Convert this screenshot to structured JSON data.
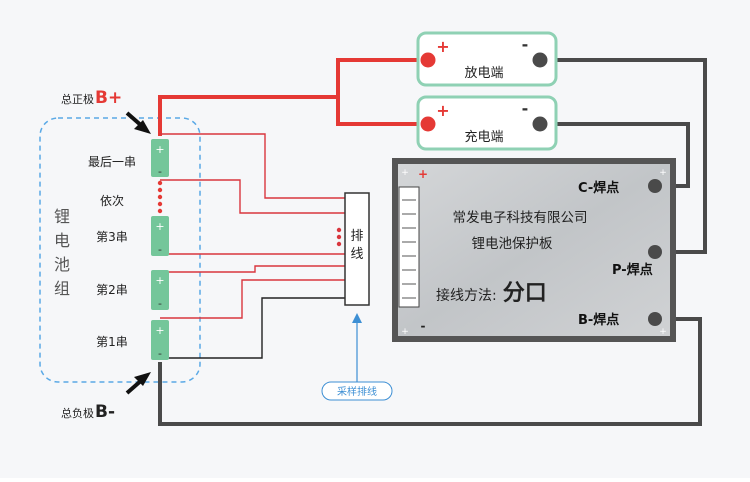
{
  "labels": {
    "total_positive_prefix": "总正极",
    "total_positive_symbol": "B+",
    "total_negative_prefix": "总负极",
    "total_negative_symbol": "B-",
    "pack_name_chars": [
      "锂",
      "电",
      "池",
      "组"
    ],
    "cell_last": "最后一串",
    "cell_sequence": "依次",
    "cell_3": "第3串",
    "cell_2": "第2串",
    "cell_1": "第1串",
    "harness_chars": [
      "排",
      "线"
    ],
    "sampling_harness": "采样排线",
    "discharge_port": "放电端",
    "charge_port": "充电端",
    "board_company": "常发电子科技有限公司",
    "board_name": "锂电池保护板",
    "wiring_method_label": "接线方法:",
    "wiring_method_value": "分口",
    "pad_c": "C-焊点",
    "pad_p": "P-焊点",
    "pad_b": "B-焊点",
    "plus_sign": "+",
    "minus_sign": "-"
  },
  "colors": {
    "positive_wire": "#e53935",
    "negative_wire": "#4a4a4a",
    "sense_wire": "#d9363e",
    "cell_green": "#74c69a",
    "port_border": "#8fd1b4",
    "board_frame": "#555555",
    "dashed_pack": "#5aa9e6",
    "annotation_blue": "#3d8fd4"
  }
}
